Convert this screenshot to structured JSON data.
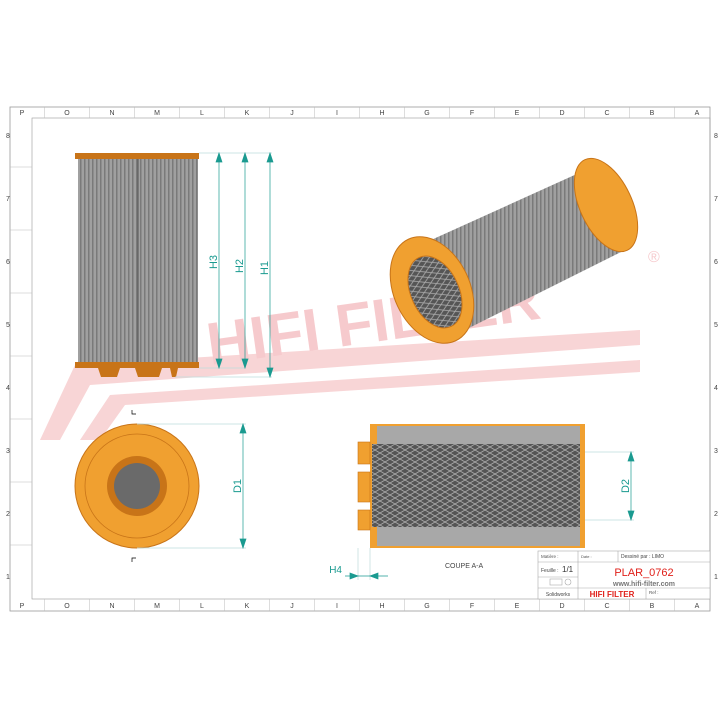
{
  "columns": [
    "P",
    "O",
    "N",
    "M",
    "L",
    "K",
    "J",
    "I",
    "H",
    "G",
    "F",
    "E",
    "D",
    "C",
    "B",
    "A"
  ],
  "rows": [
    "8",
    "7",
    "6",
    "5",
    "4",
    "3",
    "2",
    "1"
  ],
  "dimensions": {
    "h1": "H1",
    "h2": "H2",
    "h3": "H3",
    "d1": "D1",
    "d2": "D2",
    "h4": "H4"
  },
  "section_label": "COUPE A-A",
  "watermark": "HIFI FILTER",
  "title_block": {
    "matiere": "Matière :",
    "date": "Date :",
    "dessine_par": "Dessiné par : LIMO",
    "feuille_label": "Feuille :",
    "feuille_value": "1/1",
    "part_number": "PLAR_0762",
    "website": "www.hifi-filter.com",
    "software": "Solidworks",
    "brand": "HIFI FILTER",
    "ref": "Ref :"
  },
  "colors": {
    "orange": "#f0a030",
    "dimension": "#1a9a90",
    "brand_red": "#e0201a",
    "media_grey": "#9a9a9a"
  }
}
